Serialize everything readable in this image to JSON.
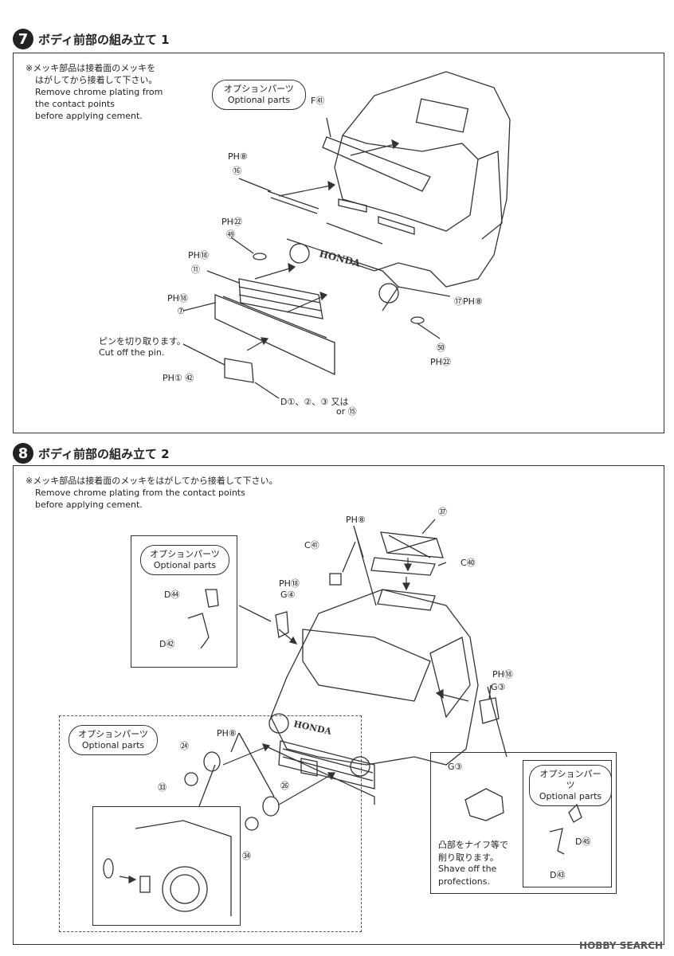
{
  "step7": {
    "number": "7",
    "title": "ボディ前部の組み立て 1",
    "note_jp1": "※メッキ部品は接着面のメッキを",
    "note_jp2": "はがしてから接着して下さい。",
    "note_en1": "Remove chrome plating from",
    "note_en2": "the contact points",
    "note_en3": "before applying cement.",
    "opt_jp": "オプションパーツ",
    "opt_en": "Optional parts",
    "labels": {
      "f41": "F㊶",
      "ph8a": "PH⑧",
      "p16": "⑯",
      "ph92a": "PH㉒",
      "p79": "㊾",
      "ph18a": "PH⑱",
      "p11": "⑪",
      "ph18b": "PH⑱",
      "p7": "⑦",
      "p17": "⑰PH⑧",
      "p80": "㊿",
      "ph92b": "PH㉒",
      "pin_jp": "ピンを切り取ります。",
      "pin_en": "Cut off the pin.",
      "ph1": "PH① ㊷",
      "d_parts": "D①、②、③ 又は",
      "or15": "or ⑮",
      "honda": "HONDA"
    }
  },
  "step8": {
    "number": "8",
    "title": "ボディ前部の組み立て 2",
    "note_jp": "※メッキ部品は接着面のメッキをはがしてから接着して下さい。",
    "note_en1": "Remove chrome plating from the contact points",
    "note_en2": "before applying cement.",
    "opt_jp": "オプションパーツ",
    "opt_en": "Optional parts",
    "labels": {
      "ph8a": "PH⑧",
      "p72": "㊲",
      "c41": "C㊶",
      "c40": "C㊵",
      "ph18a": "PH⑱",
      "g4": "G④",
      "d44": "D㊹",
      "d42": "D㊷",
      "ph18b": "PH⑱",
      "g3": "G③",
      "ph8b": "PH⑧",
      "p64": "㉔",
      "p73": "㉝",
      "p66": "㉖",
      "p74": "㉞",
      "g3b": "G③",
      "shave_jp1": "凸部をナイフ等で",
      "shave_jp2": "削り取ります。",
      "shave_en1": "Shave off the",
      "shave_en2": "profections.",
      "d45": "D㊺",
      "d43": "D㊸",
      "honda": "HONDA"
    }
  },
  "watermark": "HOBBY SEARCH"
}
